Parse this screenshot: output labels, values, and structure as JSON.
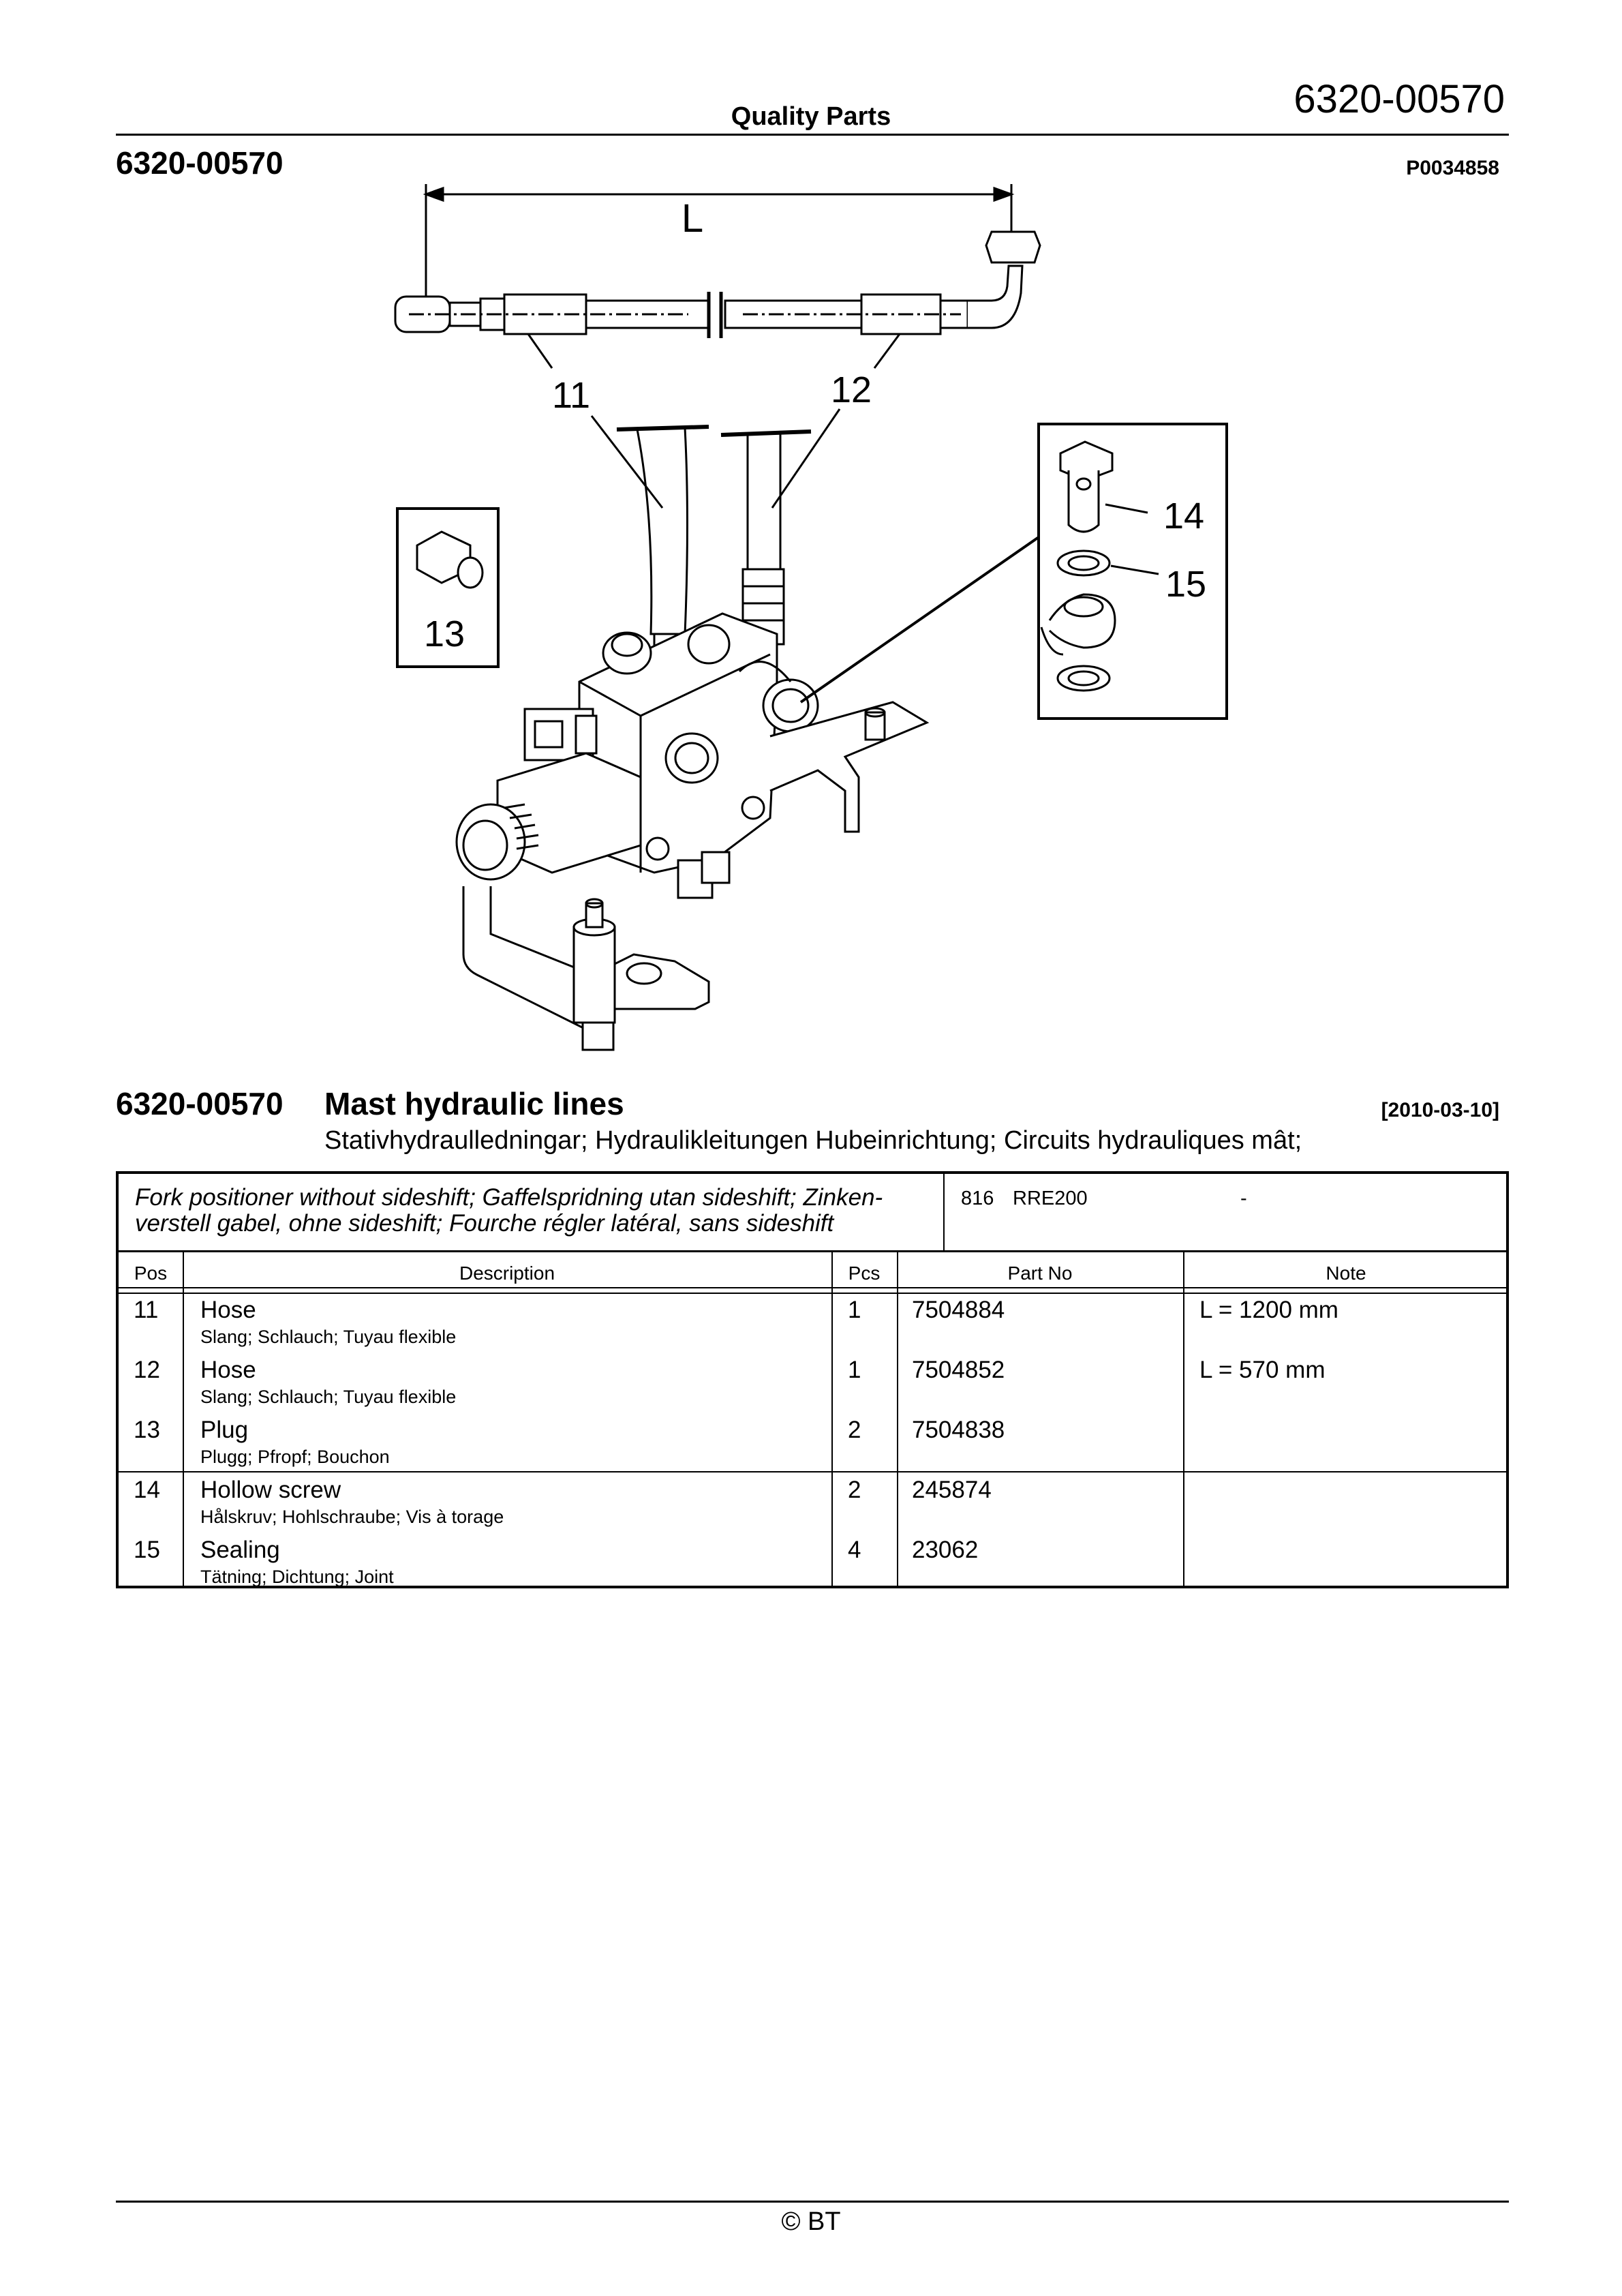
{
  "header": {
    "center_title": "Quality Parts",
    "doc_number": "6320-00570"
  },
  "section": {
    "number": "6320-00570",
    "picture_ref": "P0034858"
  },
  "diagram": {
    "dimension_label": "L",
    "callouts": [
      "11",
      "12",
      "13",
      "14",
      "15"
    ]
  },
  "title": {
    "number": "6320-00570",
    "text": "Mast hydraulic lines",
    "date": "[2010-03-10]",
    "subtitle": "Stativhydraulledningar; Hydraulikleitungen Hubeinrichtung; Circuits hydrauliques mât;"
  },
  "table": {
    "variant_line1": "Fork positioner without sideshift; Gaffelspridning utan sideshift; Zinken-",
    "variant_line2": "verstell gabel, ohne sideshift; Fourche régler latéral, sans sideshift",
    "model_code": "816",
    "model_name": "RRE200",
    "model_dash": "-",
    "columns": [
      "Pos",
      "Description",
      "Pcs",
      "Part No",
      "Note"
    ],
    "rows": [
      {
        "pos": "11",
        "desc": "Hose",
        "sub": "Slang; Schlauch; Tuyau flexible",
        "pcs": "1",
        "part": "7504884",
        "note": "L = 1200 mm"
      },
      {
        "pos": "12",
        "desc": "Hose",
        "sub": "Slang; Schlauch; Tuyau flexible",
        "pcs": "1",
        "part": "7504852",
        "note": "L = 570 mm"
      },
      {
        "pos": "13",
        "desc": "Plug",
        "sub": "Plugg; Pfropf; Bouchon",
        "pcs": "2",
        "part": "7504838",
        "note": ""
      },
      {
        "pos": "14",
        "desc": "Hollow screw",
        "sub": "Hålskruv; Hohlschraube; Vis à torage",
        "pcs": "2",
        "part": "245874",
        "note": ""
      },
      {
        "pos": "15",
        "desc": "Sealing",
        "sub": "Tätning; Dichtung; Joint",
        "pcs": "4",
        "part": "23062",
        "note": ""
      }
    ]
  },
  "footer": {
    "copyright": "© BT"
  }
}
